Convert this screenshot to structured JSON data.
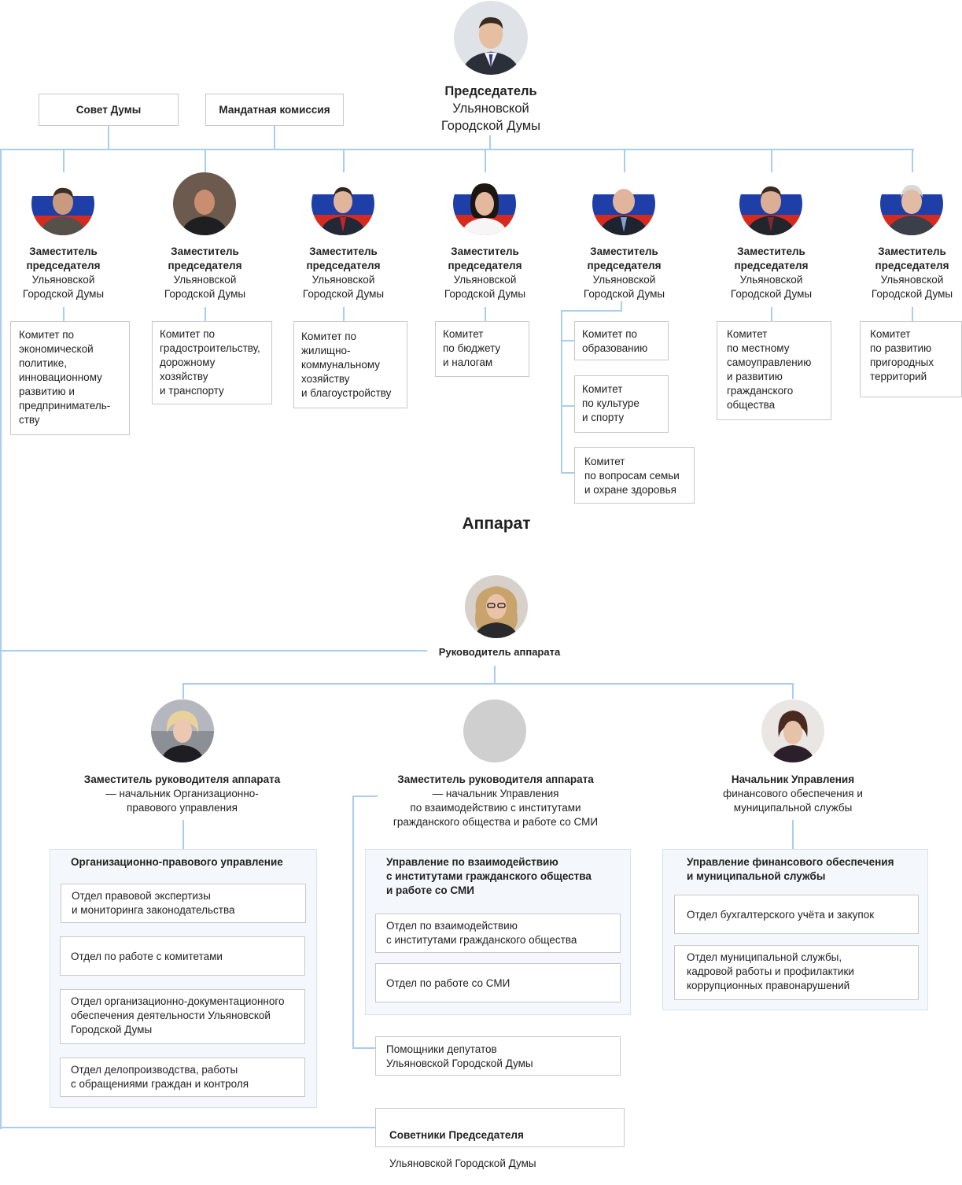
{
  "chairman": {
    "title": "Председатель",
    "subtitle": "Ульяновской\nГородской Думы"
  },
  "top_boxes": {
    "council": "Совет Думы",
    "mandate": "Мандатная комиссия"
  },
  "deputies": [
    {
      "title": "Заместитель\nпредседателя",
      "subtitle": "Ульяновской\nГородской Думы",
      "committees": [
        "Комитет по\nэкономической\nполитике,\nинновационному\nразвитию и\nпредприниматель-\nству"
      ]
    },
    {
      "title": "Заместитель\nпредседателя",
      "subtitle": "Ульяновской\nГородской Думы",
      "committees": [
        "Комитет по\nградостроительству,\nдорожному\nхозяйству\nи транспорту"
      ]
    },
    {
      "title": "Заместитель\nпредседателя",
      "subtitle": "Ульяновской\nГородской Думы",
      "committees": [
        "Комитет по\nжилищно-\nкоммунальному\nхозяйству\nи благоустройству"
      ]
    },
    {
      "title": "Заместитель\nпредседателя",
      "subtitle": "Ульяновской\nГородской Думы",
      "committees": [
        "Комитет\nпо бюджету\nи налогам"
      ]
    },
    {
      "title": "Заместитель\nпредседателя",
      "subtitle": "Ульяновской\nГородской Думы",
      "committees": [
        "Комитет по\nобразованию",
        "Комитет\nпо культуре\nи спорту",
        "Комитет\nпо вопросам семьи\nи охране здоровья"
      ]
    },
    {
      "title": "Заместитель\nпредседателя",
      "subtitle": "Ульяновской\nГородской Думы",
      "committees": [
        "Комитет\nпо местному\nсамоуправлению\nи развитию\nгражданского\nобщества"
      ]
    },
    {
      "title": "Заместитель\nпредседателя",
      "subtitle": "Ульяновской\nГородской Думы",
      "committees": [
        "Комитет\nпо развитию\nпригородных\nтерриторий"
      ]
    }
  ],
  "apparatus": {
    "heading": "Аппарат",
    "head_title": "Руководитель аппарата"
  },
  "branches": [
    {
      "title": "Заместитель руководителя аппарата",
      "subtitle": "— начальник Организационно-\nправового управления",
      "group_title": "Организационно-правового управление",
      "departments": [
        "Отдел правовой экспертизы\nи мониторинга законодательства",
        "Отдел по работе с комитетами",
        "Отдел организационно-документационного\nобеспечения деятельности Ульяновской\nГородской Думы",
        "Отдел делопроизводства, работы\nс обращениями граждан и контроля"
      ]
    },
    {
      "title": "Заместитель руководителя аппарата",
      "subtitle": "— начальник Управления\nпо взаимодействию с институтами\nгражданского общества и работе со СМИ",
      "group_title": "Управление по взаимодействию\nс институтами гражданского общества\nи работе со СМИ",
      "departments": [
        "Отдел по взаимодействию\nс институтами гражданского общества",
        "Отдел по работе со СМИ"
      ],
      "extra": "Помощники депутатов\nУльяновской Городской Думы"
    },
    {
      "title": "Начальник Управления",
      "subtitle": "финансового обеспечения и\nмуниципальной службы",
      "group_title": "Управление финансового обеспечения\nи муниципальной службы",
      "departments": [
        "Отдел бухгалтерского учёта и закупок",
        "Отдел муниципальной службы,\nкадровой работы и профилактики\nкоррупционных правонарушений"
      ]
    }
  ],
  "advisors": {
    "title": "Советники Председателя",
    "subtitle": "Ульяновской Городской Думы"
  },
  "colors": {
    "connector": "#a9cdee",
    "box_border": "#c9c9c9",
    "group_bg": "#f4f8fc",
    "flag_blue": "#1f3fa8",
    "flag_red": "#d52b1e"
  }
}
